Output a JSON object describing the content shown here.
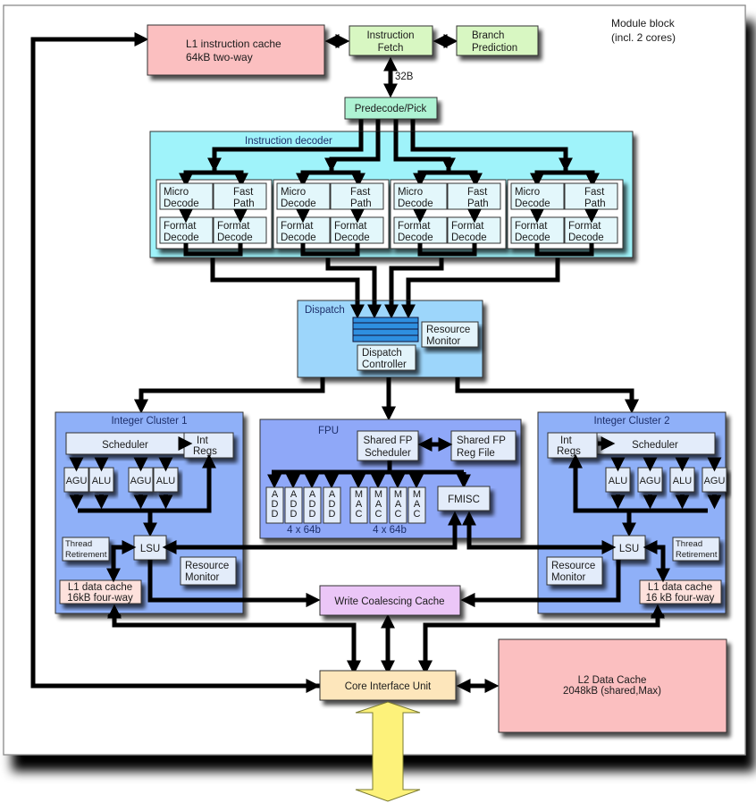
{
  "title": "Module block",
  "subtitle": "(incl. 2 cores)",
  "colors": {
    "l1_icache": "#fbbfc0",
    "fetch": "#d8f7c2",
    "predecode": "#aef3d3",
    "decoder_bg": "#9ff3fa",
    "dispatch_bg": "#9dd6fb",
    "cluster_bg": "#8fb0f8",
    "unit_box": "#e3ecfa",
    "l1_dcache": "#fde1dc",
    "write_coalescing": "#ebc6f7",
    "core_interface": "#fde6bb",
    "l2_cache": "#fbbfc0",
    "external_bus": "#fdf27a"
  },
  "front_end": {
    "l1_icache": [
      "L1 instruction cache",
      "64kB two-way"
    ],
    "instruction_fetch": [
      "Instruction",
      "Fetch"
    ],
    "branch_prediction": [
      "Branch",
      "Prediction"
    ],
    "bus_width": "32B",
    "predecode": "Predecode/Pick"
  },
  "decoder": {
    "title": "Instruction decoder",
    "lanes": [
      {
        "micro": [
          "Micro",
          "Decode"
        ],
        "fast": [
          "Fast",
          "Path"
        ],
        "fmt1": [
          "Format",
          "Decode"
        ],
        "fmt2": [
          "Format",
          "Decode"
        ]
      },
      {
        "micro": [
          "Micro",
          "Decode"
        ],
        "fast": [
          "Fast",
          "Path"
        ],
        "fmt1": [
          "Format",
          "Decode"
        ],
        "fmt2": [
          "Format",
          "Decode"
        ]
      },
      {
        "micro": [
          "Micro",
          "Decode"
        ],
        "fast": [
          "Fast",
          "Path"
        ],
        "fmt1": [
          "Format",
          "Decode"
        ],
        "fmt2": [
          "Format",
          "Decode"
        ]
      },
      {
        "micro": [
          "Micro",
          "Decode"
        ],
        "fast": [
          "Fast",
          "Path"
        ],
        "fmt1": [
          "Format",
          "Decode"
        ],
        "fmt2": [
          "Format",
          "Decode"
        ]
      }
    ]
  },
  "dispatch": {
    "title": "Dispatch",
    "resource_monitor": [
      "Resource",
      "Monitor"
    ],
    "controller": [
      "Dispatch",
      "Controller"
    ]
  },
  "cluster1": {
    "title": "Integer Cluster 1",
    "scheduler": "Scheduler",
    "int_regs": [
      "Int",
      "Regs"
    ],
    "units": [
      "AGU",
      "ALU",
      "AGU",
      "ALU"
    ],
    "lsu": "LSU",
    "thread_retirement": [
      "Thread",
      "Retirement"
    ],
    "resource_monitor": [
      "Resource",
      "Monitor"
    ],
    "l1_dcache": [
      "L1 data cache",
      "16kB four-way"
    ]
  },
  "fpu": {
    "title": "FPU",
    "scheduler": [
      "Shared FP",
      "Scheduler"
    ],
    "reg_file": [
      "Shared FP",
      "Reg File"
    ],
    "add_units": [
      "ADD",
      "ADD",
      "ADD",
      "ADD"
    ],
    "mac_units": [
      "MAC",
      "MAC",
      "MAC",
      "MAC"
    ],
    "add_caption": "4 x 64b",
    "mac_caption": "4 x 64b",
    "fmisc": "FMISC"
  },
  "cluster2": {
    "title": "Integer Cluster 2",
    "scheduler": "Scheduler",
    "int_regs": [
      "Int",
      "Regs"
    ],
    "units": [
      "ALU",
      "AGU",
      "ALU",
      "AGU"
    ],
    "lsu": "LSU",
    "thread_retirement": [
      "Thread",
      "Retirement"
    ],
    "resource_monitor": [
      "Resource",
      "Monitor"
    ],
    "l1_dcache": [
      "L1 data cache",
      "16 kB four-way"
    ]
  },
  "back_end": {
    "write_coalescing": "Write Coalescing Cache",
    "core_interface": "Core Interface Unit",
    "l2_cache": [
      "L2 Data Cache",
      "2048kB (shared,Max)"
    ]
  }
}
